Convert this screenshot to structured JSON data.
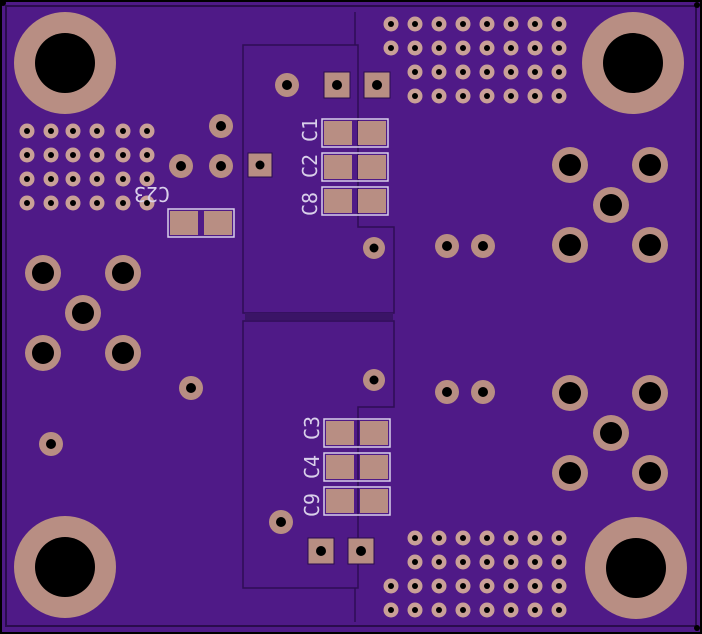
{
  "labels": {
    "c1": "C1",
    "c2": "C2",
    "c8": "C8",
    "c3": "C3",
    "c4": "C4",
    "c9": "C9",
    "c23": "C23"
  },
  "colors": {
    "board": "#4f1a87",
    "board_dark": "#3a1466",
    "outline": "#2a0c4d",
    "silk": "#d9d0ea",
    "copper": "#b88e83",
    "copper_light": "#c9a097",
    "drill": "#000000",
    "poly_edge": "#2f0d55"
  }
}
